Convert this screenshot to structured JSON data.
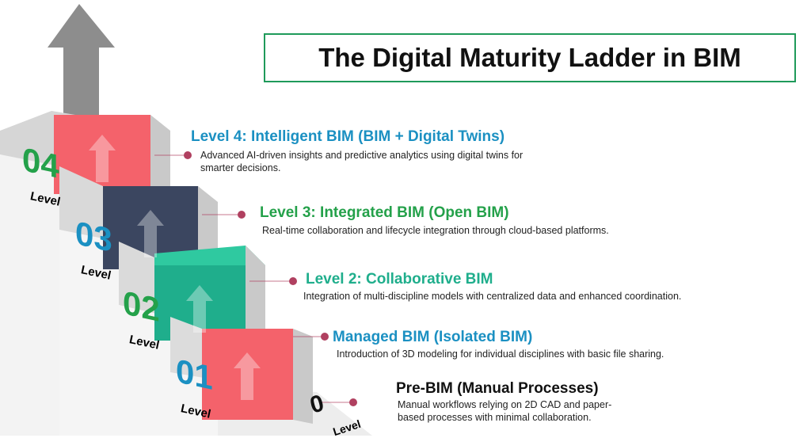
{
  "title": "The Digital Maturity Ladder in BIM",
  "colors": {
    "green": "#24a14a",
    "blue": "#1b90c2",
    "teal": "#1fae8c",
    "red": "#f4626b",
    "navy": "#3b4660",
    "dot": "#b04060"
  },
  "levels": [
    {
      "number": "04",
      "label": "Level",
      "heading": "Level 4: Intelligent BIM (BIM + Digital Twins)",
      "description": "Advanced AI-driven insights and predictive analytics using digital twins for smarter decisions."
    },
    {
      "number": "03",
      "label": "Level",
      "heading": "Level 3: Integrated BIM (Open BIM)",
      "description": "Real-time collaboration and lifecycle integration through cloud-based platforms."
    },
    {
      "number": "02",
      "label": "Level",
      "heading": "Level 2: Collaborative BIM",
      "description": "Integration of multi-discipline models with centralized data and enhanced coordination."
    },
    {
      "number": "01",
      "label": "Level",
      "heading": "Managed BIM (Isolated BIM)",
      "description": "Introduction of 3D modeling for individual disciplines with basic file sharing."
    },
    {
      "number": "0",
      "label": "Level",
      "heading": "Pre-BIM (Manual Processes)",
      "description": "Manual workflows relying on 2D CAD and paper-based processes with minimal collaboration."
    }
  ]
}
